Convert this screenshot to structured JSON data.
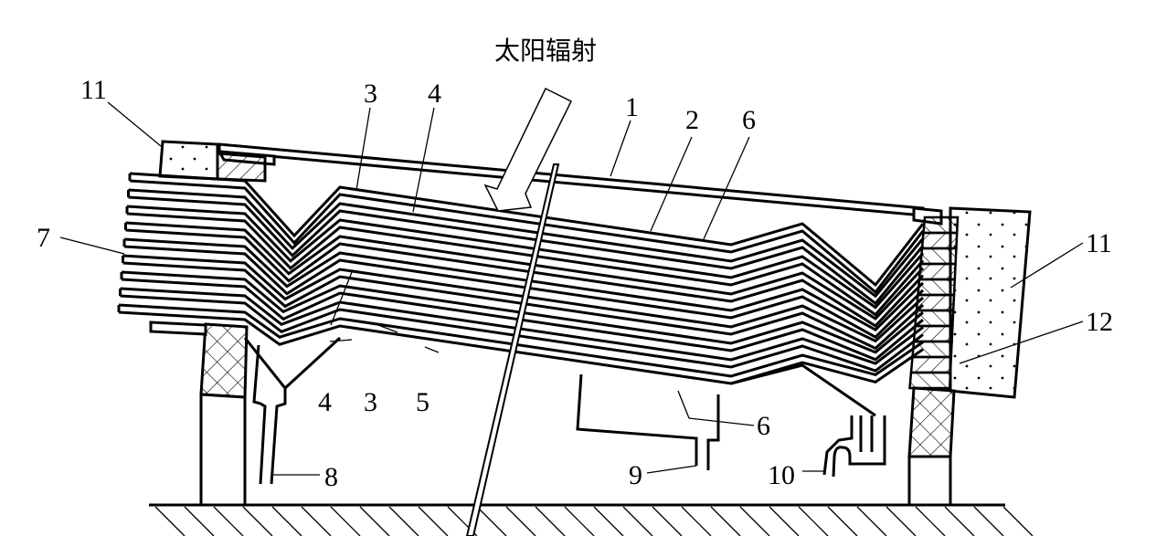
{
  "title": "太阳辐射",
  "labels": {
    "l1": "1",
    "l2": "2",
    "l3_top": "3",
    "l4_top": "4",
    "l6_top": "6",
    "l7": "7",
    "l11_left": "11",
    "l11_right": "11",
    "l12": "12",
    "l4_bottom": "4",
    "l3_bottom": "3",
    "l5": "5",
    "l6_bottom": "6",
    "l8": "8",
    "l9": "9",
    "l10": "10"
  },
  "colors": {
    "ink": "#000000",
    "background": "#ffffff"
  }
}
